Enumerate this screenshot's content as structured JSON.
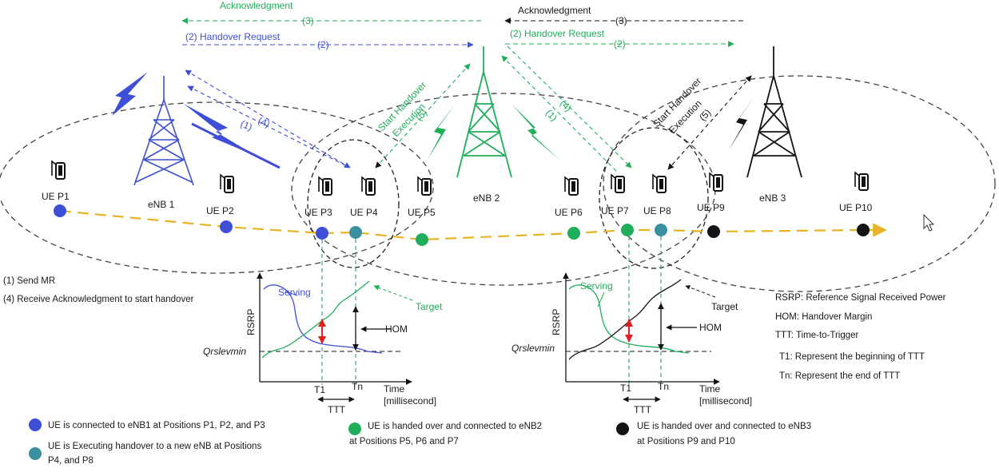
{
  "colors": {
    "enb1": "#3d4fd6",
    "enb2": "#1fae5a",
    "enb3": "#141414",
    "executing": "#3a8fa0",
    "path": "#e6b422",
    "cell": "#444444",
    "marker": "#e02020"
  },
  "messages": {
    "ack_left": "Acknowledgment",
    "ack_right": "Acknowledgment",
    "n3_left": "(3)",
    "n3_right": "(3)",
    "hr_left": "(2) Handover Request",
    "hr_right": "(2) Handover Request",
    "n2_left": "(2)",
    "n2_right": "(2)",
    "start_exec_2a": "Start Handover",
    "start_exec_2b": "Execution",
    "start_exec_3a": "Start Handover",
    "start_exec_3b": "Execution",
    "n5_a": "(5)",
    "n5_b": "(5)",
    "n4_a": "(4)",
    "n1_a": "(1)",
    "n4_b": "(4)",
    "n1_b": "(1)"
  },
  "towers": {
    "enb1": "eNB 1",
    "enb2": "eNB 2",
    "enb3": "eNB 3"
  },
  "positions": [
    "UE P1",
    "UE P2",
    "UE P3",
    "UE P4",
    "UE P5",
    "UE P6",
    "UE P7",
    "UE P8",
    "UE P9",
    "UE P10"
  ],
  "steps": {
    "s1": "(1) Send MR",
    "s4": "(4) Receive Acknowledgment to start handover"
  },
  "graph_left": {
    "ylabel": "RSRP",
    "serving": "Serving",
    "target": "Target",
    "hom": "HOM",
    "qrs": "Qrslevmin",
    "time": "Time",
    "unit": "[millisecond]",
    "t1": "T1",
    "tn": "Tn",
    "ttt": "TTT"
  },
  "graph_right": {
    "ylabel": "RSRP",
    "serving": "Serving",
    "target": "Target",
    "hom": "HOM",
    "qrs": "Qrslevmin",
    "time": "Time",
    "unit": "[millisecond]",
    "t1": "T1",
    "tn": "Tn",
    "ttt": "TTT"
  },
  "glossary": {
    "rsrp": "RSRP: Reference Signal Received Power",
    "hom": "HOM: Handover Margin",
    "ttt": "TTT: Time-to-Trigger",
    "t1": "T1: Represent the beginning of TTT",
    "tn": "Tn: Represent the end of TTT"
  },
  "legend": {
    "blue": "UE is connected to eNB1 at Positions  P1, P2, and P3",
    "teal_a": "UE is Executing handover to a new eNB at Positions",
    "teal_b": "P4, and P8",
    "green_a": "UE is handed over and connected to eNB2",
    "green_b": "at Positions P5, P6  and P7",
    "black_a": "UE is handed over and connected to eNB3",
    "black_b": "at Positions P9  and P10"
  }
}
